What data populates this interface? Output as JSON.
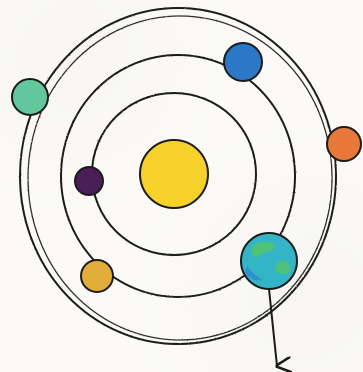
{
  "drawing": {
    "subject": "solar-system",
    "stroke_color": "#1b1b1b",
    "sun": {
      "fill": "#f6d12a",
      "outline": "#1b1b1b"
    },
    "planets": [
      {
        "id": "inner",
        "fill": "#4a1f57"
      },
      {
        "id": "middle-top",
        "fill": "#2d78c6"
      },
      {
        "id": "middle-bottom",
        "fill": "#e2ae3b"
      },
      {
        "id": "earth",
        "fill": "#33b5c7",
        "land": "#55c46b",
        "has_arrow": true
      },
      {
        "id": "outer-left",
        "fill": "#62c79c"
      },
      {
        "id": "outer-right",
        "fill": "#e8773a"
      }
    ]
  }
}
